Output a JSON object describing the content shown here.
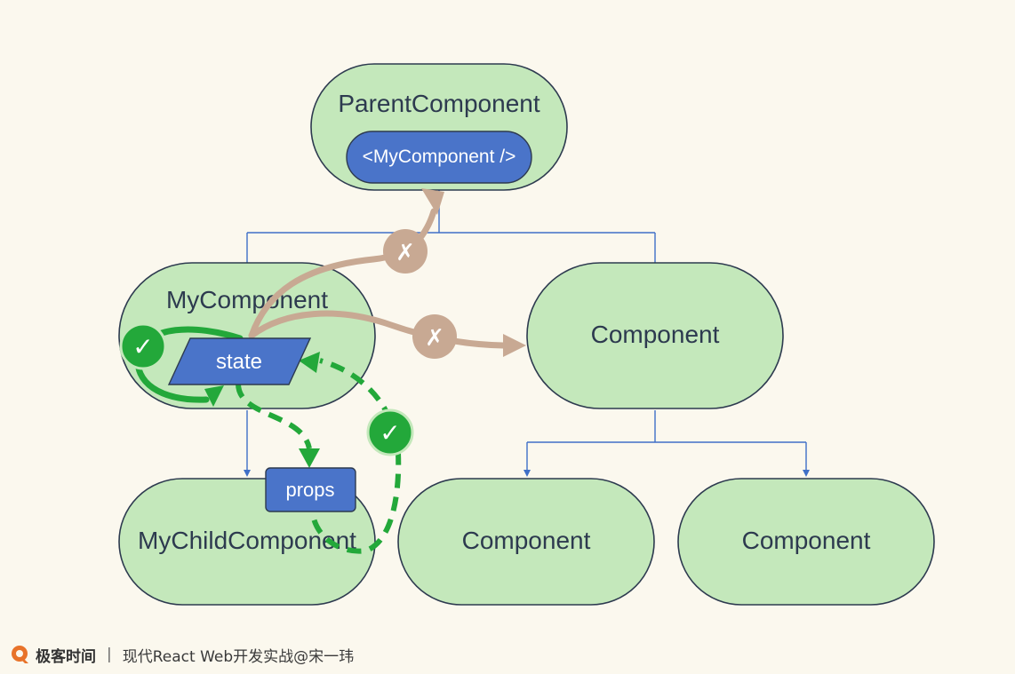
{
  "nodes": {
    "parent": "ParentComponent",
    "parent_chip": "<MyComponent />",
    "my_component": "MyComponent",
    "component_right": "Component",
    "my_child": "MyChildComponent",
    "component_bottom_left": "Component",
    "component_bottom_right": "Component"
  },
  "chips": {
    "state": "state",
    "props": "props"
  },
  "marks": {
    "check": "✓",
    "cross": "✗"
  },
  "footer": {
    "brand": "极客时间",
    "separator": "|",
    "course": "现代React Web开发实战@宋一玮"
  },
  "colors": {
    "node_fill": "#c4e8bb",
    "node_stroke": "#2d3a4f",
    "chip_fill": "#4a74c9",
    "tree_line": "#3f6fc7",
    "blocked_arrow": "#c8a993",
    "allowed_arrow": "#23a83a",
    "brand_orange": "#e8732a"
  }
}
